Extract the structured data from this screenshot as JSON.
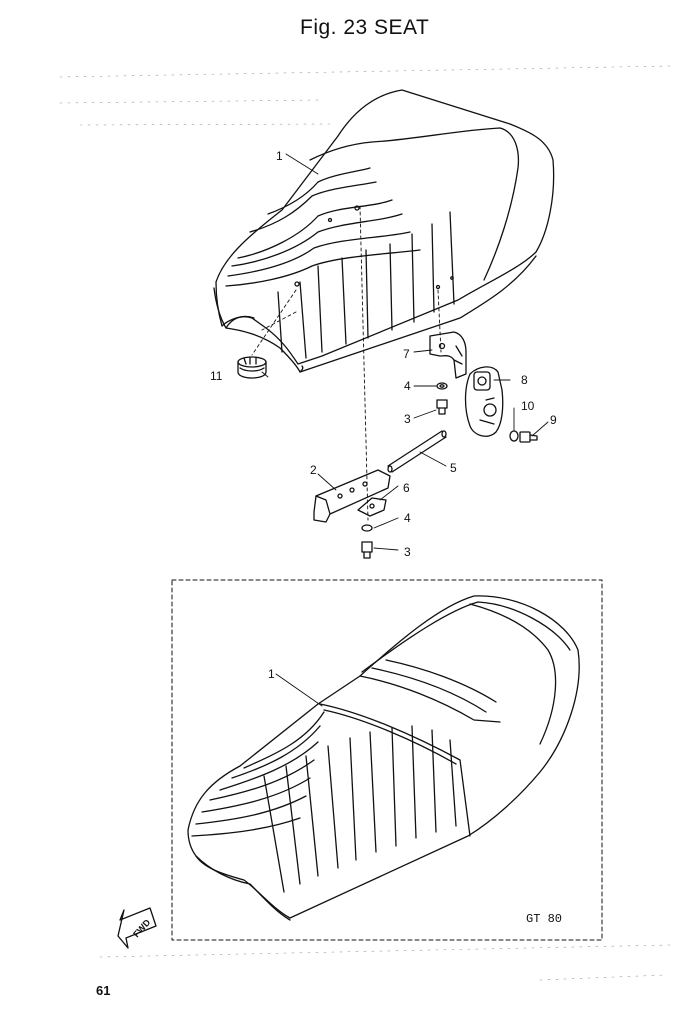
{
  "figure": {
    "title": "Fig. 23 SEAT",
    "page_number": "61"
  },
  "callouts": [
    {
      "id": "1-top",
      "label": "1"
    },
    {
      "id": "2",
      "label": "2"
    },
    {
      "id": "3a",
      "label": "3"
    },
    {
      "id": "3b",
      "label": "3"
    },
    {
      "id": "4a",
      "label": "4"
    },
    {
      "id": "4b",
      "label": "4"
    },
    {
      "id": "5",
      "label": "5"
    },
    {
      "id": "6",
      "label": "6"
    },
    {
      "id": "7",
      "label": "7"
    },
    {
      "id": "8",
      "label": "8"
    },
    {
      "id": "9",
      "label": "9"
    },
    {
      "id": "10",
      "label": "10"
    },
    {
      "id": "11",
      "label": "11"
    },
    {
      "id": "1-bottom",
      "label": "1"
    }
  ],
  "inset": {
    "model_label": "GT 80"
  },
  "direction_arrow": {
    "label": "FWD"
  },
  "colors": {
    "ink": "#111111",
    "paper": "#ffffff"
  }
}
